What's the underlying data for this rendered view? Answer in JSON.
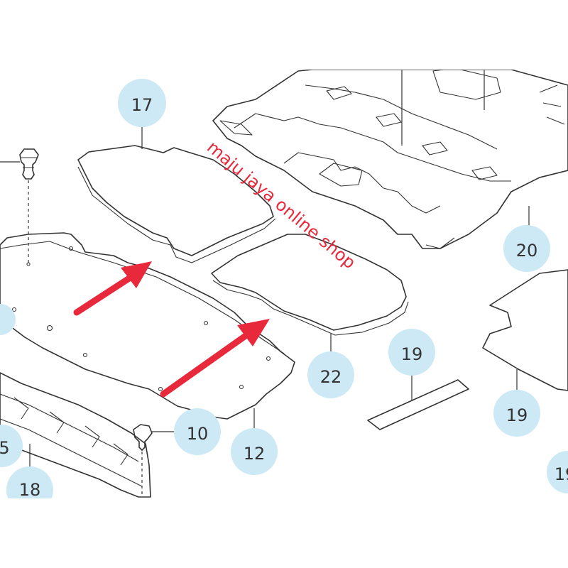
{
  "watermark": {
    "text": "maju jaya online shop",
    "color": "#e8283b"
  },
  "colors": {
    "callout_fill": "#cde9f6",
    "line": "#333333",
    "arrow": "#e8283b",
    "background": "#ffffff"
  },
  "callouts": {
    "c17": "17",
    "c20": "20",
    "c22": "22",
    "c19a": "19",
    "c19b": "19",
    "c10": "10",
    "c12": "12",
    "c18": "18",
    "c5": "5",
    "c19c": "19"
  }
}
